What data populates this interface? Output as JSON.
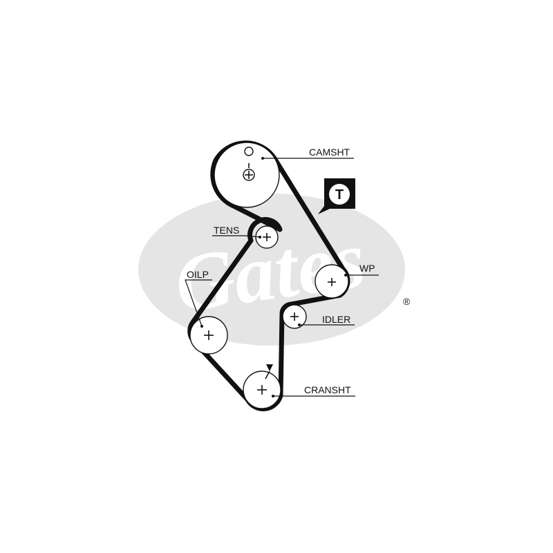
{
  "watermark": {
    "brand": "Gates",
    "registered_mark": "®",
    "color": "#e5e5e5"
  },
  "badge": {
    "letter": "T",
    "color": "#111111"
  },
  "labels": {
    "camshaft": "CAMSHT",
    "tensioner": "TENS",
    "oil_pump": "OILP",
    "water_pump": "WP",
    "idler": "IDLER",
    "crankshaft": "CRANSHT"
  },
  "colors": {
    "ink": "#111111",
    "background": "#ffffff"
  }
}
